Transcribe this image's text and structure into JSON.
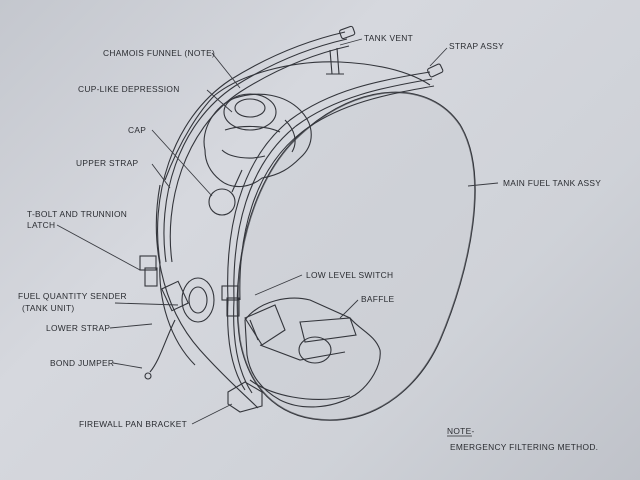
{
  "labels": {
    "tank_vent": "TANK VENT",
    "strap_assy": "STRAP ASSY",
    "chamois_funnel": "CHAMOIS FUNNEL (NOTE)",
    "cup_like_depression": "CUP-LIKE DEPRESSION",
    "cap": "CAP",
    "upper_strap": "UPPER STRAP",
    "main_fuel_tank_assy": "MAIN FUEL TANK ASSY",
    "t_bolt_line1": "T-BOLT AND TRUNNION",
    "t_bolt_line2": "LATCH",
    "low_level_switch": "LOW LEVEL SWITCH",
    "baffle": "BAFFLE",
    "fuel_qty_line1": "FUEL QUANTITY SENDER",
    "fuel_qty_line2": "(TANK UNIT)",
    "lower_strap": "LOWER STRAP",
    "bond_jumper": "BOND JUMPER",
    "firewall_pan_bracket": "FIREWALL PAN BRACKET"
  },
  "note": {
    "heading": "NOTE-",
    "text": "EMERGENCY FILTERING METHOD."
  }
}
